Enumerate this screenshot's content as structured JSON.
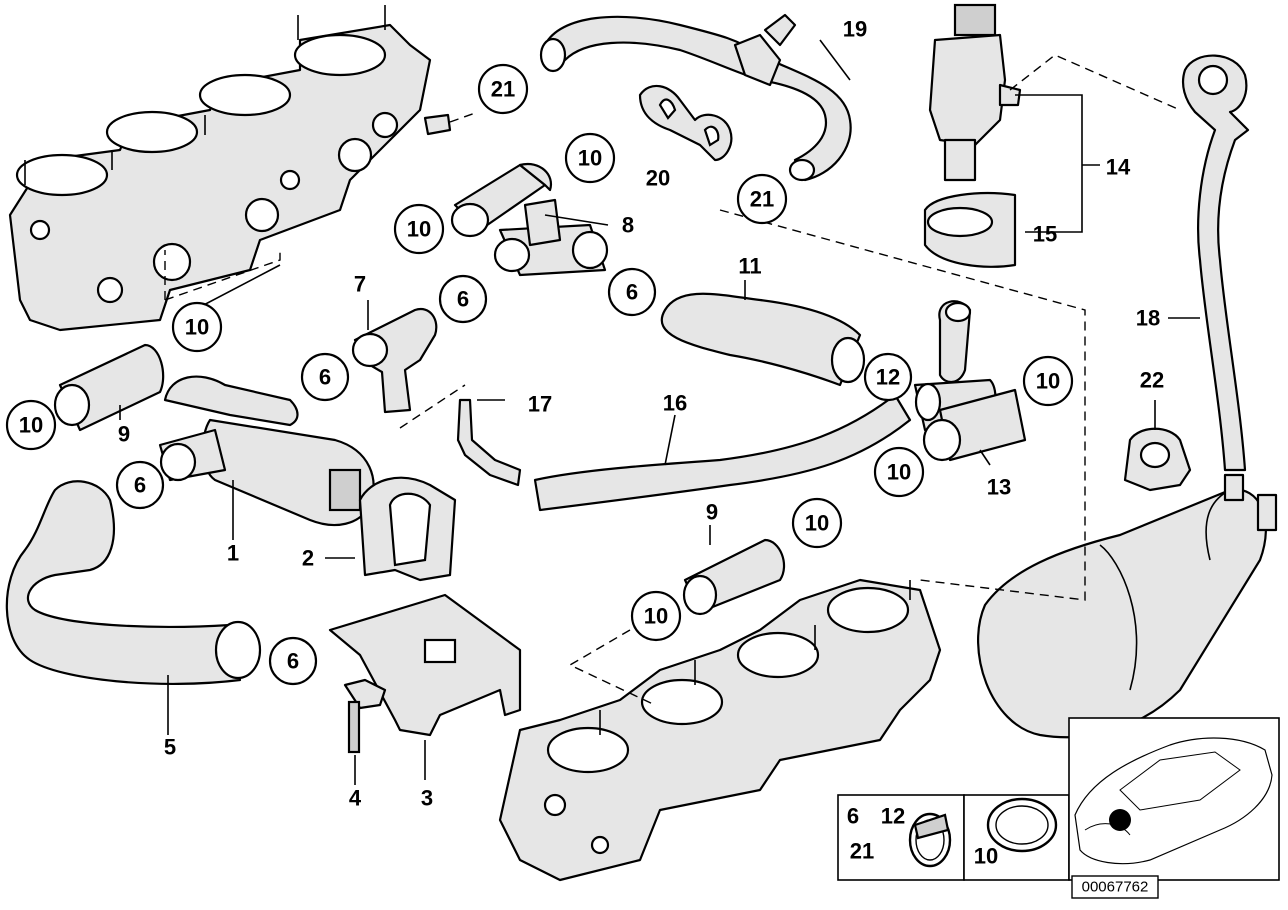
{
  "callouts": {
    "c10_top_left": "10",
    "c10_left": "10",
    "c6_left": "6",
    "c6_mid": "6",
    "c6_upper": "6",
    "c10_tee_a": "10",
    "c10_tee_b": "10",
    "c6_tee": "6",
    "c21_top": "21",
    "c21_mid": "21",
    "c20": "20",
    "c12": "12",
    "c10_right_a": "10",
    "c10_right_b": "10",
    "c10_low_a": "10",
    "c10_low_b": "10",
    "c6_low": "6"
  },
  "labels": {
    "l1": "1",
    "l2": "2",
    "l3": "3",
    "l4": "4",
    "l5": "5",
    "l7": "7",
    "l8": "8",
    "l9_left": "9",
    "l9_low": "9",
    "l11": "11",
    "l13": "13",
    "l14": "14",
    "l15": "15",
    "l16": "16",
    "l17": "17",
    "l18": "18",
    "l19": "19",
    "l22": "22"
  },
  "legend": {
    "box1_top_left": "6",
    "box1_top_right": "12",
    "box1_bottom_left": "21",
    "box2_label": "10"
  },
  "reference_number": "00067762",
  "colors": {
    "line": "#000000",
    "fill": "#e6e6e6",
    "background": "#ffffff"
  }
}
